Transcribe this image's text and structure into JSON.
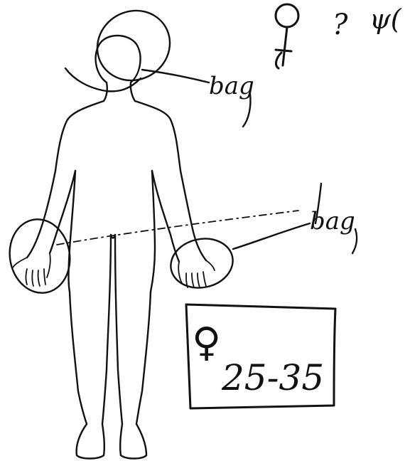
{
  "annotations": {
    "head_label": "bag",
    "hands_label": "bag",
    "female_symbol": "♀",
    "question_mark": "?",
    "corner_glyph": "ψ(",
    "age_range": "25-35"
  },
  "colors": {
    "ink": "#111111",
    "paper": "#ffffff"
  }
}
